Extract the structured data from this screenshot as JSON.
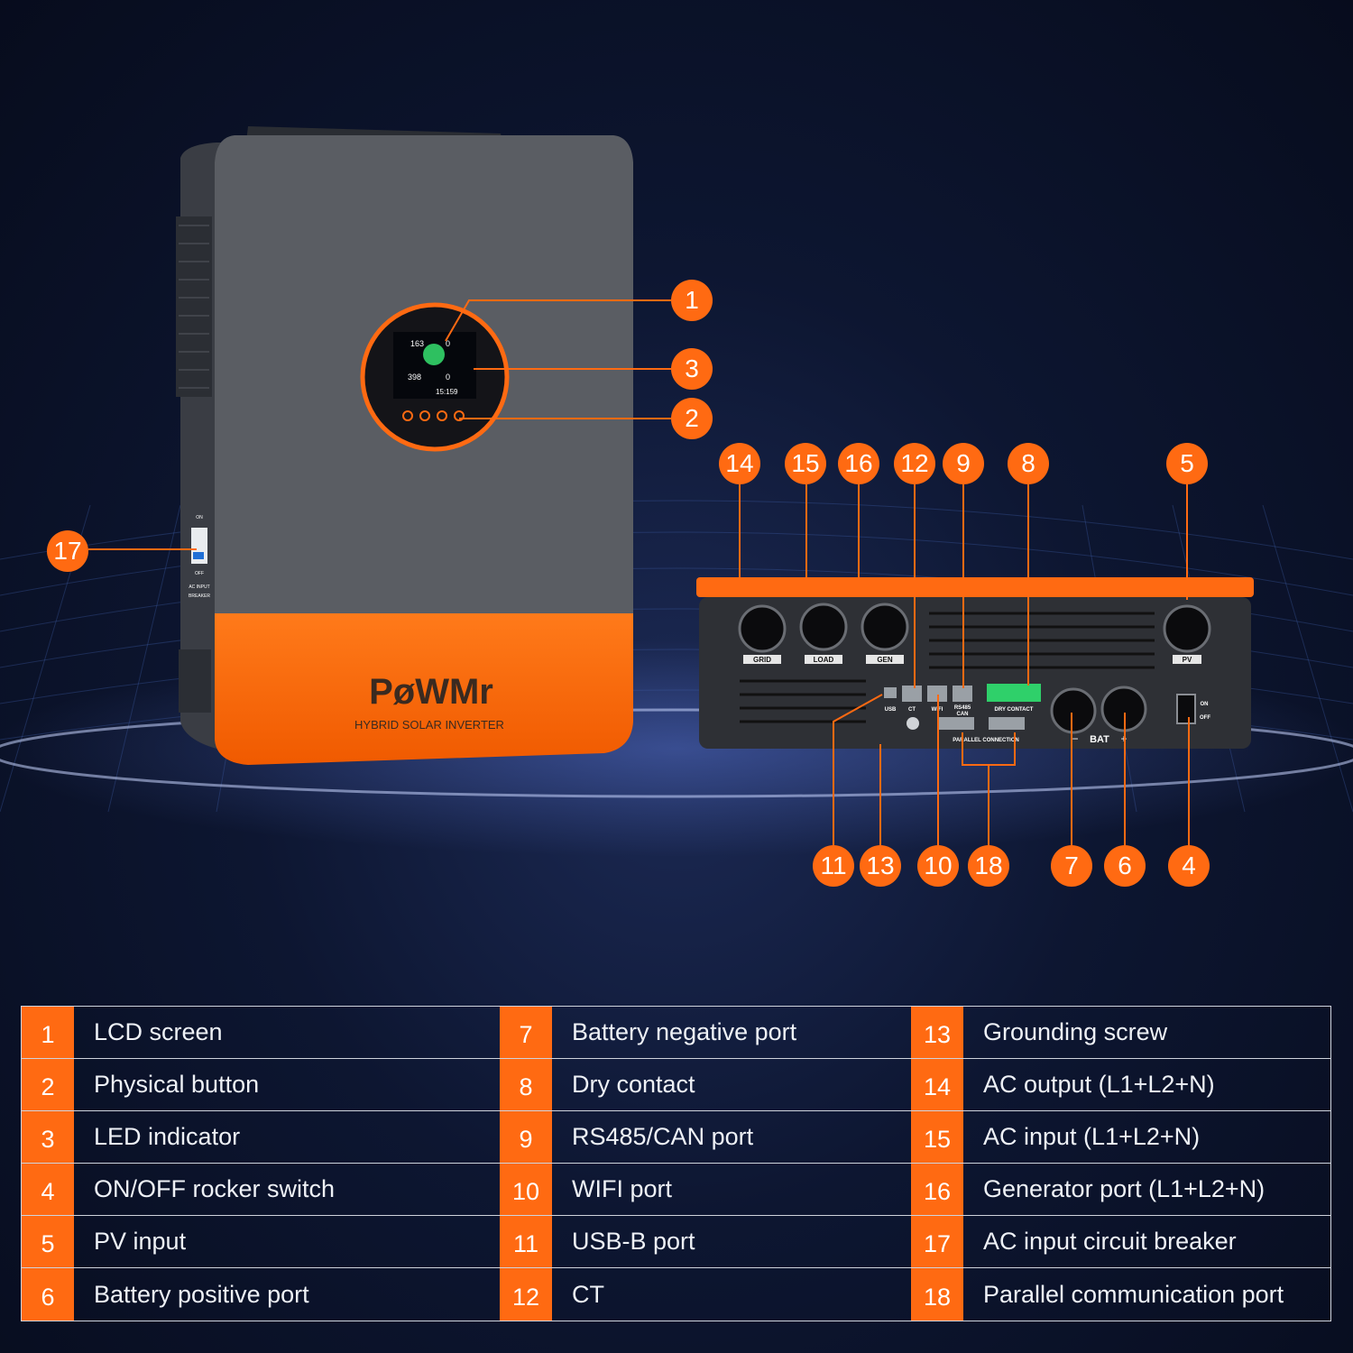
{
  "device": {
    "brand": "PøWMr",
    "subtitle": "HYBRID SOLAR INVERTER",
    "breaker_on": "ON",
    "breaker_off": "OFF",
    "breaker_caption_1": "AC INPUT",
    "breaker_caption_2": "BREAKER",
    "lcd_readouts": [
      "163",
      "0",
      "398",
      "0",
      "15:159"
    ]
  },
  "bottom_panel": {
    "grid_label": "GRID",
    "load_label": "LOAD",
    "gen_label": "GEN",
    "pv_label": "PV",
    "usb_label": "USB",
    "ct_label": "CT",
    "wifi_label": "WIFI",
    "rs485_label": "RS485",
    "can_label": "CAN",
    "dry_contact_label": "DRY CONTACT",
    "parallel_label": "PARALLEL CONNECTION",
    "bat_label": "BAT",
    "switch_on": "ON",
    "switch_off": "OFF",
    "minus": "−",
    "plus": "+"
  },
  "callout_color": "#ff6a12",
  "legend": [
    {
      "num": "1",
      "label": "LCD screen"
    },
    {
      "num": "2",
      "label": "Physical button"
    },
    {
      "num": "3",
      "label": "LED indicator"
    },
    {
      "num": "4",
      "label": "ON/OFF rocker switch"
    },
    {
      "num": "5",
      "label": "PV input"
    },
    {
      "num": "6",
      "label": "Battery positive port"
    },
    {
      "num": "7",
      "label": "Battery negative port"
    },
    {
      "num": "8",
      "label": "Dry contact"
    },
    {
      "num": "9",
      "label": "RS485/CAN port"
    },
    {
      "num": "10",
      "label": "WIFI port"
    },
    {
      "num": "11",
      "label": "USB-B port"
    },
    {
      "num": "12",
      "label": "CT"
    },
    {
      "num": "13",
      "label": "Grounding screw"
    },
    {
      "num": "14",
      "label": "AC output (L1+L2+N)"
    },
    {
      "num": "15",
      "label": "AC input (L1+L2+N)"
    },
    {
      "num": "16",
      "label": "Generator port (L1+L2+N)"
    },
    {
      "num": "17",
      "label": "AC input circuit breaker"
    },
    {
      "num": "18",
      "label": "Parallel communication port"
    }
  ]
}
